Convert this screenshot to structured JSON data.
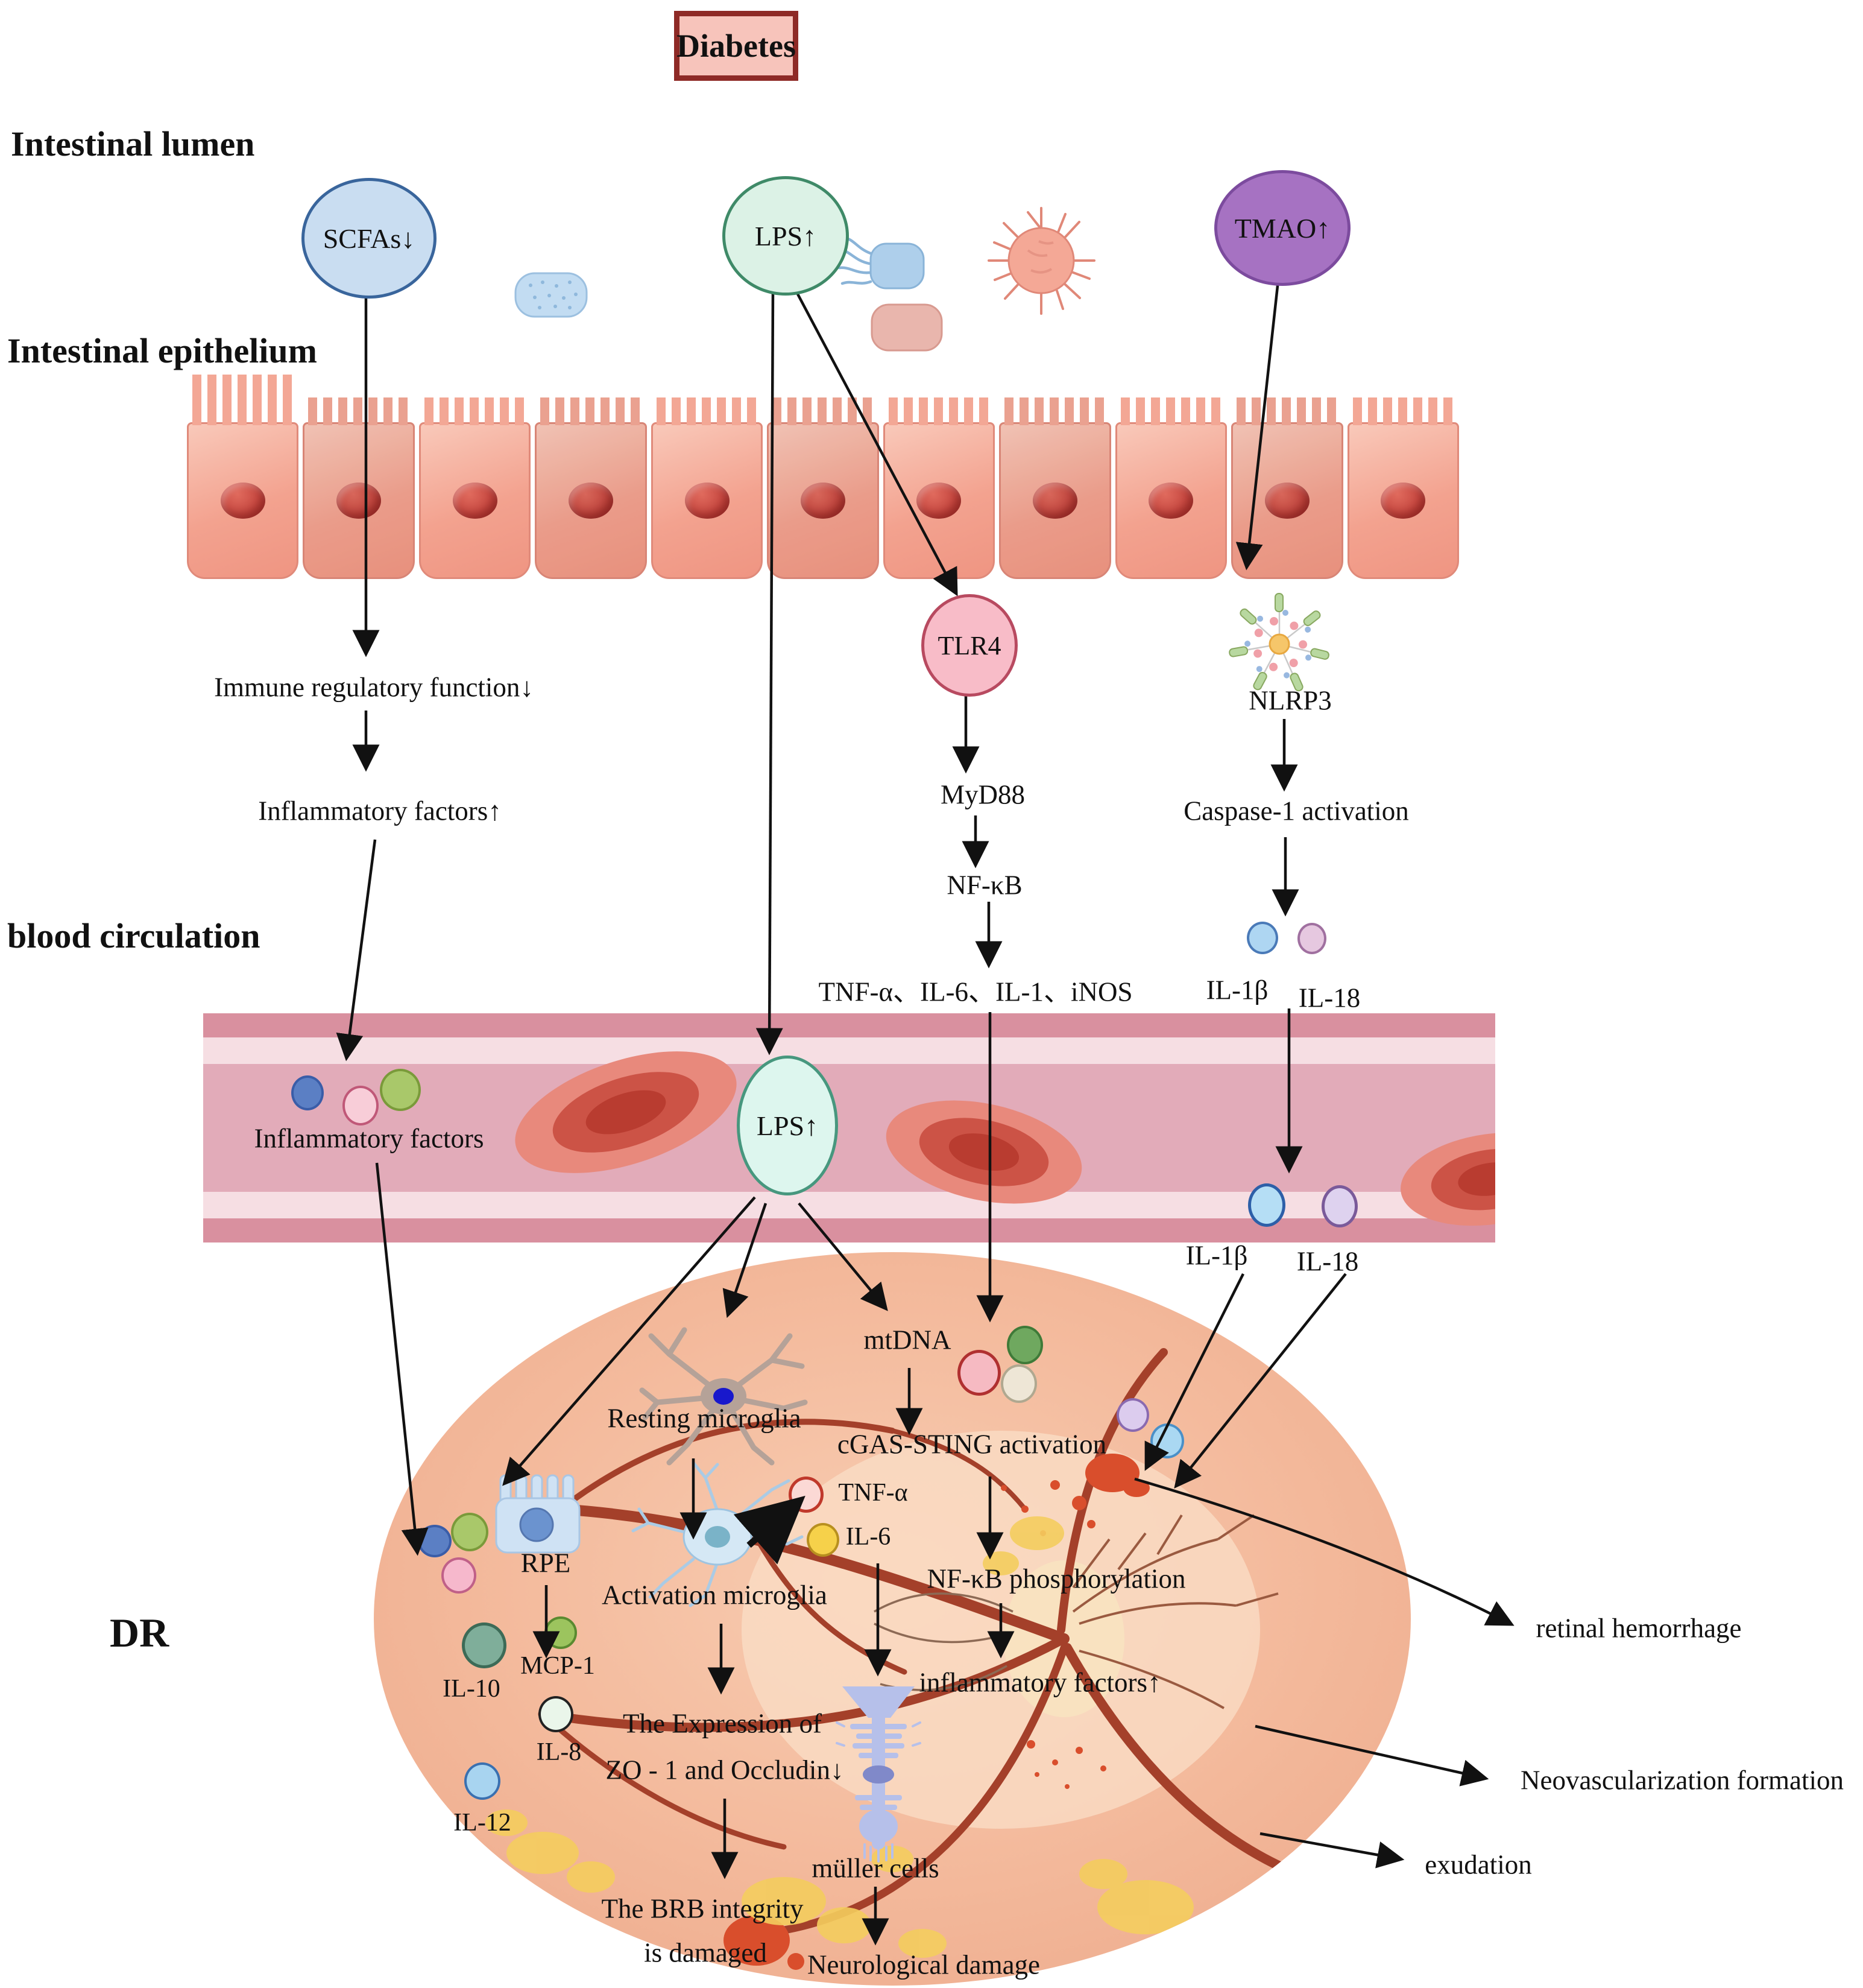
{
  "title": "Diabetes",
  "sections": {
    "intestinal_lumen": "Intestinal lumen",
    "intestinal_epithelium": "Intestinal epithelium",
    "blood_circulation": "blood circulation",
    "dr": "DR"
  },
  "molecules": {
    "scfas": "SCFAs↓",
    "lps": "LPS↑",
    "tmao": "TMAO↑",
    "tlr4": "TLR4"
  },
  "gut_pathway": {
    "immune": "Immune regulatory function↓",
    "inflammatory_factors_up": "Inflammatory factors↑",
    "myd88": "MyD88",
    "nfkb": "NF-κB",
    "cytokines": "TNF-α、IL-6、IL-1、iNOS",
    "nlrp3": "NLRP3",
    "caspase1": "Caspase-1 activation",
    "il1b": "IL-1β",
    "il18": "IL-18"
  },
  "vessel": {
    "inflammatory_factors": "Inflammatory factors"
  },
  "retina": {
    "mtdna": "mtDNA",
    "resting_microglia": "Resting microglia",
    "cgas_sting": "cGAS-STING activation",
    "tnfa": "TNF-α",
    "il6": "IL-6",
    "nfkb_phosphorylation": "NF-κB phosphorylation",
    "inflammatory_factors_up": "inflammatory factors↑",
    "rpe": "RPE",
    "activation_microglia": "Activation microglia",
    "mcp1": "MCP-1",
    "il10": "IL-10",
    "il8": "IL-8",
    "il12": "IL-12",
    "expression_line1": "The Expression of",
    "expression_line2": "ZO - 1 and Occludin↓",
    "brb_line1": "The BRB integrity",
    "brb_line2": "is damaged",
    "muller_cells": "müller cells",
    "neurological_damage": "Neurological damage"
  },
  "outcomes": {
    "retinal_hemorrhage": "retinal hemorrhage",
    "neovascularization": "Neovascularization formation",
    "exudation": "exudation"
  },
  "colors": {
    "title_border": "#8e2a26",
    "title_fill": "#f7c4bb",
    "scfas_fill": "#c9ddf1",
    "lps_fill": "#dcf2e6",
    "tmao_fill": "#a672c2",
    "tlr4_fill": "#f8bcc8",
    "vessel_wall": "#d9909f",
    "vessel_lumen": "#e2abb9",
    "retina_fill": "#f3b89a",
    "arrow": "#111111"
  }
}
